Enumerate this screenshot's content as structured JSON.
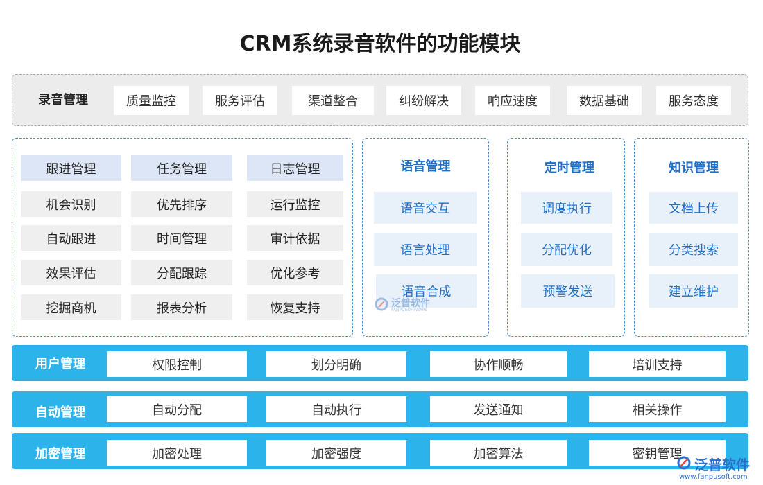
{
  "title": "CRM系统录音软件的功能模块",
  "recording": {
    "label": "录音管理",
    "items": [
      "质量监控",
      "服务评估",
      "渠道整合",
      "纠纷解决",
      "响应速度",
      "数据基础",
      "服务态度"
    ]
  },
  "left_panel": {
    "columns": [
      {
        "head": "跟进管理",
        "items": [
          "机会识别",
          "自动跟进",
          "效果评估",
          "挖掘商机"
        ]
      },
      {
        "head": "任务管理",
        "items": [
          "优先排序",
          "时间管理",
          "分配跟踪",
          "报表分析"
        ]
      },
      {
        "head": "日志管理",
        "items": [
          "运行监控",
          "审计依据",
          "优化参考",
          "恢复支持"
        ]
      }
    ]
  },
  "voice_panel": {
    "head": "语音管理",
    "items": [
      "语音交互",
      "语言处理",
      "语音合成"
    ]
  },
  "timer_panel": {
    "head": "定时管理",
    "items": [
      "调度执行",
      "分配优化",
      "预警发送"
    ]
  },
  "knowledge_panel": {
    "head": "知识管理",
    "items": [
      "文档上传",
      "分类搜索",
      "建立维护"
    ]
  },
  "bands": [
    {
      "label": "用户管理",
      "items": [
        "权限控制",
        "划分明确",
        "协作顺畅",
        "培训支持"
      ]
    },
    {
      "label": "自动管理",
      "items": [
        "自动分配",
        "自动执行",
        "发送通知",
        "相关操作"
      ]
    },
    {
      "label": "加密管理",
      "items": [
        "加密处理",
        "加密强度",
        "加密算法",
        "密钥管理"
      ]
    }
  ],
  "watermark": {
    "name": "泛普软件",
    "sub": "FANPUSOFTWARE"
  },
  "logo": {
    "name": "泛普软件",
    "url": "www.fanpusoft.com"
  },
  "colors": {
    "accent_blue": "#2bb3ea",
    "text_blue": "#1f6fc8",
    "head_bg": "#dce6f7",
    "cell_gray": "#efefef"
  }
}
